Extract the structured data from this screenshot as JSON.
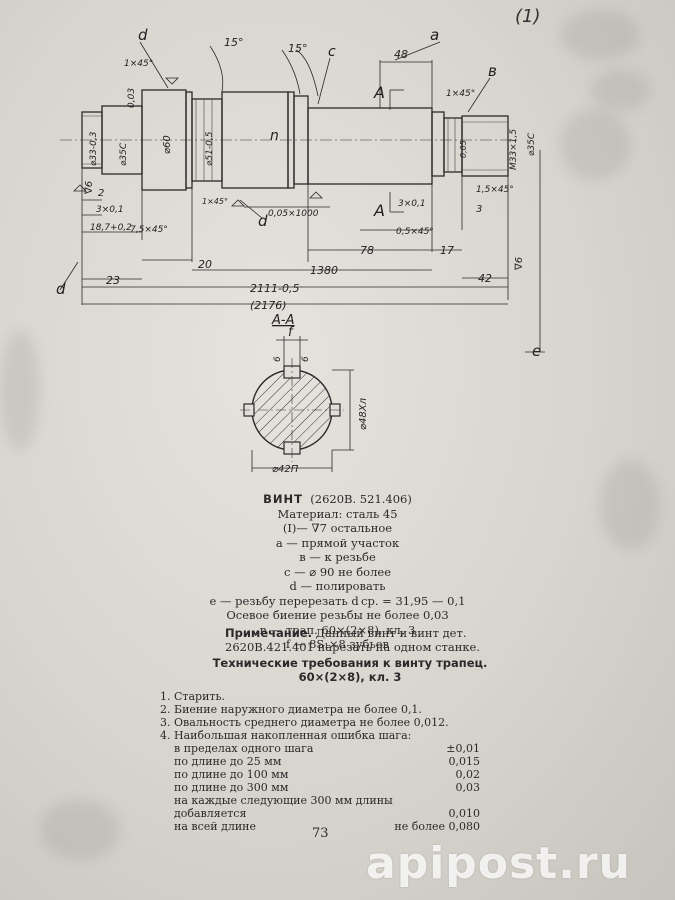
{
  "corner_number": "(1)",
  "drawing": {
    "letters": {
      "a": "a",
      "b": "в",
      "c": "c",
      "d": "d",
      "e": "e",
      "f": "f",
      "n": "n"
    },
    "section_mark": "A",
    "section_title": "A-A",
    "angles": {
      "left": "15°",
      "right": "15°"
    },
    "chamfers": {
      "top_left": "1×45°",
      "right_top": "1×45°",
      "right_bottom": "1,5×45°",
      "lower_left": "7,5×45°",
      "small_left": "1×45°",
      "bottom_mid": "0,5×45°"
    },
    "diameters": {
      "d1": "⌀33-0,3",
      "d2": "⌀35C",
      "d3": "⌀60",
      "d4": "⌀51-0,5",
      "d5": "⌀42П",
      "d6": "⌀48Хл",
      "d7": "M33×1,5",
      "d8": "⌀35C"
    },
    "dims": {
      "d003": "0,03",
      "d48": "48",
      "d05_1000": "0,05×1000",
      "d2": "2",
      "d3x01_left": "3×0,1",
      "d3x01_right": "3×0,1",
      "d187": "18,7+0,2",
      "d20": "20",
      "d23": "23",
      "d1380": "1380",
      "d78": "78",
      "d17": "17",
      "d42": "42",
      "d3": "3",
      "d2111": "2111-0,5",
      "d2176": "(2176)",
      "d005": "0,05",
      "d6a": "6",
      "d6b": "6"
    },
    "finish": "∇6"
  },
  "caption": {
    "title": "ВИНТ",
    "code": "(2620В. 521.406)",
    "lines": [
      "Материал: сталь 45",
      "(I)— ∇7 остальное",
      "a — прямой участок",
      "в — к резьбе",
      "c — ⌀ 90 не более",
      "d — полировать",
      "e — резьбу перерезать d ср. = 31,95 — 0,1",
      "Осевое биение резьбы не более 0,03",
      "n — трап. 60×(2×8), кл. 3",
      "f — 8S₁×8 зубьев"
    ]
  },
  "note": {
    "label": "Примечание.",
    "text": " Данный винт и винт дет. 2620В.421.401 нарезать на одном станке."
  },
  "tech_requirements": {
    "title_line1": "Технические требования к винту трапец.",
    "title_line2": "60×(2×8), кл. 3",
    "items": [
      "1. Старить.",
      "2. Биение наружного диаметра не более 0,1.",
      "3. Овальность среднего диаметра не более 0,012.",
      "4. Наибольшая накопленная ошибка шага:"
    ],
    "rows": [
      {
        "label": "в пределах одного шага",
        "value": "±0,01"
      },
      {
        "label": "по длине до 25 мм",
        "value": "0,015"
      },
      {
        "label": "по длине до 100 мм",
        "value": "0,02"
      },
      {
        "label": "по длине до 300 мм",
        "value": "0,03"
      },
      {
        "label": "на каждые следующие 300 мм длины",
        "value": ""
      },
      {
        "label": "добавляется",
        "value": "0,010"
      },
      {
        "label": "на всей длине",
        "value": "не более 0,080"
      }
    ]
  },
  "page_number": "73",
  "watermark": "apipost.ru"
}
